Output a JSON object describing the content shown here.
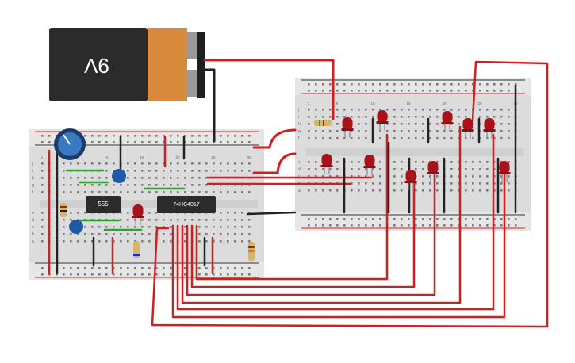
{
  "battery": {
    "label": "9V"
  },
  "chips": [
    {
      "label": "555"
    },
    {
      "label": "74HC4017"
    }
  ],
  "breadboard_left": {
    "top_numbers": [
      "1",
      "5",
      "10",
      "15",
      "20",
      "25",
      "30"
    ],
    "row_letters_top": [
      "j",
      "i",
      "h",
      "g",
      "f"
    ],
    "row_letters_bottom": [
      "e",
      "d",
      "c",
      "b",
      "a"
    ]
  },
  "breadboard_right": {
    "top_numbers": [
      "1",
      "5",
      "10",
      "15",
      "20",
      "25",
      "30"
    ],
    "row_letters_top": [
      "j",
      "i",
      "h",
      "g",
      "f"
    ],
    "row_letters_bottom": [
      "e",
      "d",
      "c",
      "b",
      "a"
    ]
  },
  "colors": {
    "wire_red": "#d11f1f",
    "wire_black": "#222222",
    "wire_green": "#2fa32f",
    "led_red": "#a8121a",
    "battery_orange": "#d98a3c",
    "capacitor_blue": "#1f5aa8"
  }
}
